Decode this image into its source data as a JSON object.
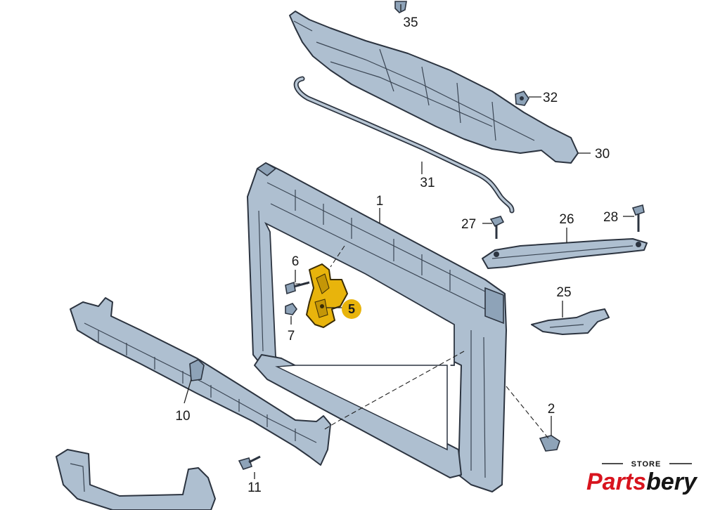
{
  "callouts": {
    "c1": "1",
    "c2": "2",
    "c5": "5",
    "c6": "6",
    "c7": "7",
    "c10": "10",
    "c11": "11",
    "c25": "25",
    "c26": "26",
    "c27": "27",
    "c28": "28",
    "c30": "30",
    "c31": "31",
    "c32": "32",
    "c35": "35"
  },
  "logo": {
    "top": "STORE",
    "part1": "Parts",
    "part2": "bery",
    "color1": "#d8141e",
    "color2": "#151515"
  },
  "colors": {
    "highlight_part": "#e8b40c",
    "part_fill": "#aebfd0"
  }
}
